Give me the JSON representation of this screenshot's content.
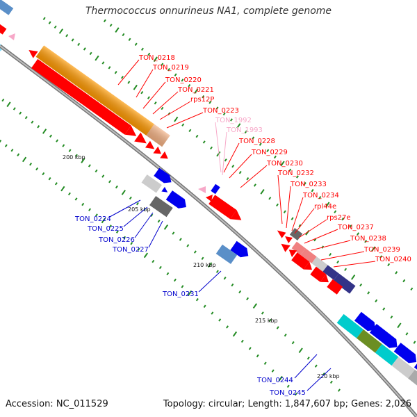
{
  "title": "Thermococcus onnurineus NA1, complete genome",
  "accession": "Accession: NC_011529",
  "topology": "Topology: circular; Length: 1,847,607 bp; Genes: 2,026",
  "colors": {
    "forward": "#0000ee",
    "reverse": "#ee0000",
    "rna": "#f7a8c8",
    "backbone": "#777777",
    "tick": "#228b22"
  },
  "scale": [
    "200 kbp",
    "205 kbp",
    "210 kbp",
    "215 kbp",
    "220 kbp"
  ],
  "genes_reverse": [
    {
      "name": "TON_0218",
      "color": "#ff0000"
    },
    {
      "name": "TON_0219",
      "color": "#ff0000"
    },
    {
      "name": "TON_0220",
      "color": "#ff0000"
    },
    {
      "name": "TON_0221",
      "color": "#ff0000"
    },
    {
      "name": "rps12P",
      "color": "#ff0000"
    },
    {
      "name": "TON_0223",
      "color": "#ff0000"
    },
    {
      "name": "TON_1992",
      "color": "#f7a8c8"
    },
    {
      "name": "TON_1993",
      "color": "#f7a8c8"
    },
    {
      "name": "TON_0228",
      "color": "#ff0000"
    },
    {
      "name": "TON_0229",
      "color": "#ff0000"
    },
    {
      "name": "TON_0230",
      "color": "#ff0000"
    },
    {
      "name": "TON_0232",
      "color": "#ff0000"
    },
    {
      "name": "TON_0233",
      "color": "#ff0000"
    },
    {
      "name": "TON_0234",
      "color": "#ff0000"
    },
    {
      "name": "rpl44e",
      "color": "#ff0000"
    },
    {
      "name": "rps27e",
      "color": "#ff0000"
    },
    {
      "name": "TON_0237",
      "color": "#ff0000"
    },
    {
      "name": "TON_0238",
      "color": "#ff0000"
    },
    {
      "name": "TON_0239",
      "color": "#ff0000"
    },
    {
      "name": "TON_0240",
      "color": "#ff0000"
    }
  ],
  "genes_forward": [
    {
      "name": "TON_0224",
      "color": "#0000cc"
    },
    {
      "name": "TON_0225",
      "color": "#0000cc"
    },
    {
      "name": "TON_0226",
      "color": "#0000cc"
    },
    {
      "name": "TON_0227",
      "color": "#0000cc"
    },
    {
      "name": "TON_0231",
      "color": "#0000cc"
    },
    {
      "name": "TON_0244",
      "color": "#0000cc"
    },
    {
      "name": "TON_0245",
      "color": "#0000cc"
    }
  ]
}
